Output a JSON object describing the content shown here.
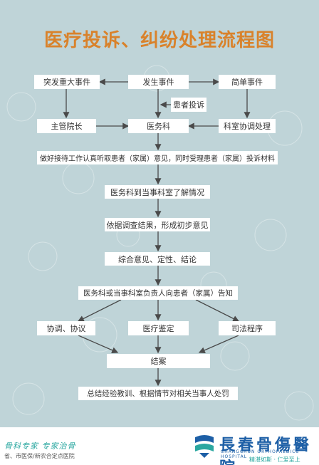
{
  "title": "医疗投诉、纠纷处理流程图",
  "nodes": {
    "major_event": "突发重大事件",
    "event_occurs": "发生事件",
    "simple_event": "简单事件",
    "patient_complaint": "患者投诉",
    "dean": "主管院长",
    "medical_affairs": "医务科",
    "dept_handling": "科室协调处理",
    "receive": "做好接待工作认真听取患者（家属）意见，同时受理患者（家属）投诉材料",
    "investigate": "医务科到当事科室了解情况",
    "preliminary": "依据调查结果，形成初步意见",
    "comprehensive": "综合意见、定性、结论",
    "inform": "医务科或当事科室负责人向患者（家属）告知",
    "negotiation": "协调、协议",
    "appraisal": "医疗鉴定",
    "judicial": "司法程序",
    "close": "结案",
    "summary": "总结经验教训、根据情节对相关当事人处罚"
  },
  "footer": {
    "slogan": "骨科专家  专家治骨",
    "designation": "省、市医保/新农合定点医院",
    "hospital_name": "長春骨傷醫院",
    "hospital_name_en": "CHANGCHUN ORTHOPAEDICS HOSPITAL",
    "motto": "精湛如斯 · 仁爱至上"
  },
  "colors": {
    "background": "#bfd4d8",
    "title": "#d9822b",
    "arrow": "#4a4a4a",
    "brand": "#1d5fa6",
    "accent": "#2aa7a0"
  }
}
